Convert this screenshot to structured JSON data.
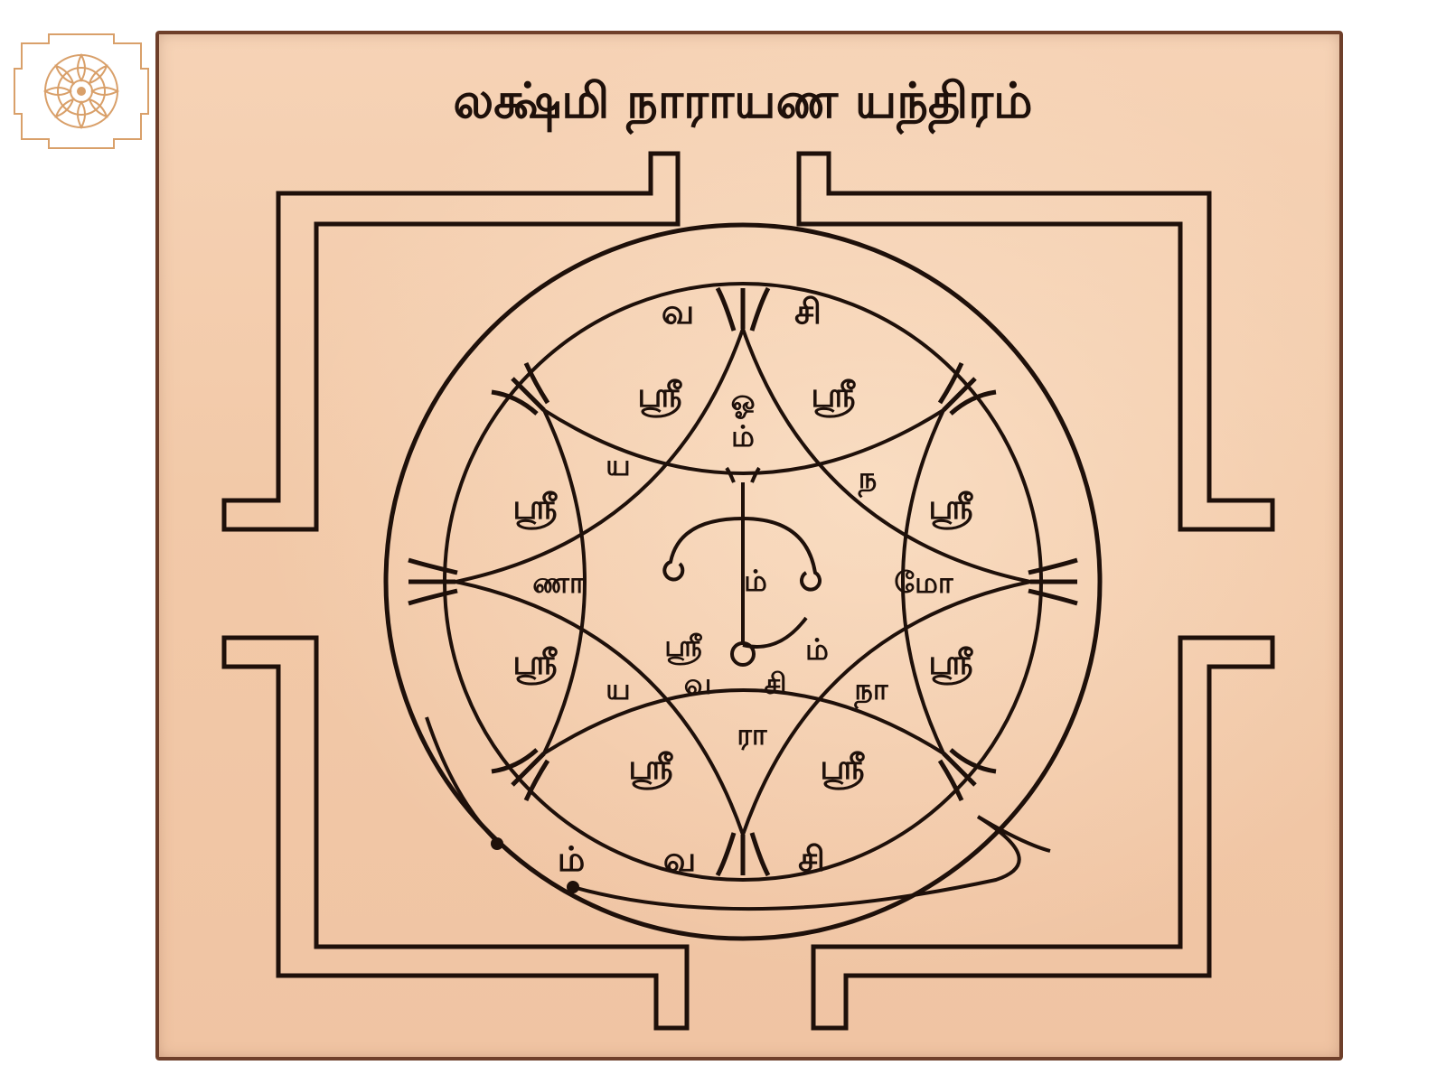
{
  "logo": {
    "icon": "lotus-yantra-logo-icon",
    "color": "#d9a06a"
  },
  "plate": {
    "title": "லக்ஷ்மி நாராயண யந்திரம்",
    "material_color": "#f2c9a8",
    "ink_color": "#1e100a"
  },
  "yantra": {
    "top_left": "வ",
    "top_right": "சி",
    "bottom_left": "ம்",
    "bottom_mid": "வ",
    "bottom_right": "சி",
    "outer_petals": [
      "ஸ்ரீ",
      "ஸ்ரீ",
      "ஸ்ரீ",
      "ஸ்ரீ",
      "ஸ்ரீ",
      "ஸ்ரீ",
      "ஸ்ரீ",
      "ஸ்ரீ"
    ],
    "inner_om_top": "ஓ",
    "inner_om_bottom": "ம்",
    "inner_na": "ந",
    "inner_mo": "மோ",
    "inner_naa": "நா",
    "inner_raa": "ரா",
    "inner_ya_lower": "ய",
    "inner_naa_left": "ணா",
    "inner_ya_upper": "ய",
    "center_m": "ம்",
    "center_sri": "ஸ்ரீ",
    "center_m_right": "ம்",
    "center_va": "வ",
    "center_si": "சி"
  }
}
